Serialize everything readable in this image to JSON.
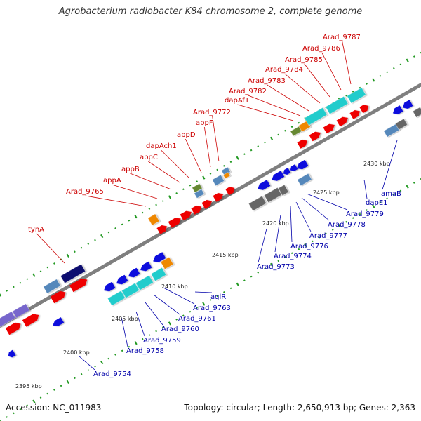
{
  "title": "Agrobacterium radiobacter K84 chromosome 2, complete genome",
  "footer": {
    "accession": "Accession: NC_011983",
    "stats": "Topology: circular; Length: 2,650,913 bp; Genes: 2,363"
  },
  "colors": {
    "backbone": "#7f7f7f",
    "forward_cds": "#ee0000",
    "reverse_cds": "#1111dd",
    "label_forward": "#cc0000",
    "label_reverse": "#0000aa",
    "teal": "#22cccc",
    "orange": "#ee8800",
    "steel": "#5588bb",
    "navy": "#101070",
    "olive": "#668833",
    "gray": "#666666",
    "lavender": "#7766cc",
    "tick_dot": "#229922"
  },
  "ticks": [
    "2395 kbp",
    "2400 kbp",
    "2405 kbp",
    "2410 kbp",
    "2415 kbp",
    "2420 kbp",
    "2425 kbp",
    "2430 kbp"
  ],
  "labels_forward": [
    "tynA",
    "Arad_9765",
    "appA",
    "appB",
    "appC",
    "dapAch1",
    "appD",
    "appF",
    "Arad_9772",
    "dapAf1",
    "Arad_9782",
    "Arad_9783",
    "Arad_9784",
    "Arad_9785",
    "Arad_9786",
    "Arad_9787"
  ],
  "labels_reverse": [
    "Arad_9754",
    "Arad_9758",
    "Arad_9759",
    "Arad_9760",
    "Arad_9761",
    "Arad_9763",
    "aglR",
    "Arad_9773",
    "Arad_9774",
    "Arad_9776",
    "Arad_9777",
    "Arad_9778",
    "Arad_9779",
    "dapE1",
    "amaB"
  ]
}
